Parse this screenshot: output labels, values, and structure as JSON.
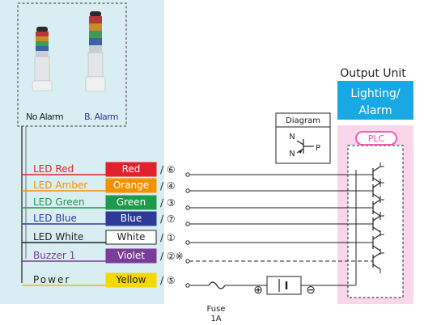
{
  "colors": {
    "panel_bg": "#d9eef2",
    "tile_blue": "#1aa8e3",
    "plc_pink": "#ee4fa9",
    "plc_bg": "#f9d6ea"
  },
  "products": {
    "no_alarm_label": "No Alarm",
    "b_alarm_label": "B. Alarm"
  },
  "output_unit": {
    "title": "Output Unit",
    "tile_line1": "Lighting/",
    "tile_line2": "Alarm",
    "plc_label": "PLC"
  },
  "diagram_legend": {
    "title": "Diagram",
    "n_top": "N",
    "n_bottom": "N",
    "p": "P"
  },
  "wires": [
    {
      "signal": "LED Red",
      "wire_color_name": "Red",
      "pin": "⑥",
      "text_color": "#e0222c",
      "box_bg": "#e0222c",
      "box_fg": "#ffffff",
      "line_color": "#e0222c",
      "dashed": false
    },
    {
      "signal": "LED Amber",
      "wire_color_name": "Orange",
      "pin": "④",
      "text_color": "#f39200",
      "box_bg": "#f39200",
      "box_fg": "#ffffff",
      "line_color": "#f39200",
      "dashed": false
    },
    {
      "signal": "LED Green",
      "wire_color_name": "Green",
      "pin": "③",
      "text_color": "#1f9a4b",
      "box_bg": "#1f9a4b",
      "box_fg": "#ffffff",
      "line_color": "#1f9a4b",
      "dashed": false
    },
    {
      "signal": "LED Blue",
      "wire_color_name": "Blue",
      "pin": "⑦",
      "text_color": "#2d3a9a",
      "box_bg": "#2d3a9a",
      "box_fg": "#ffffff",
      "line_color": "#2d3a9a",
      "dashed": false
    },
    {
      "signal": "LED White",
      "wire_color_name": "White",
      "pin": "①",
      "text_color": "#222222",
      "box_bg": "#ffffff",
      "box_fg": "#222222",
      "line_color": "#222222",
      "dashed": false
    },
    {
      "signal": "Buzzer 1",
      "wire_color_name": "Violet",
      "pin": "②※",
      "text_color": "#7a3c98",
      "box_bg": "#7a3c98",
      "box_fg": "#ffffff",
      "line_color": "#7a3c98",
      "dashed": true
    },
    {
      "signal": "Power",
      "wire_color_name": "Yellow",
      "pin": "⑤",
      "text_color": "#222222",
      "box_bg": "#f5d800",
      "box_fg": "#222222",
      "line_color": "#f5b800",
      "dashed": false
    }
  ],
  "fuse": {
    "label_line1": "Fuse",
    "label_line2": "1A"
  },
  "battery": {
    "plus": "⊕",
    "minus": "⊖"
  }
}
